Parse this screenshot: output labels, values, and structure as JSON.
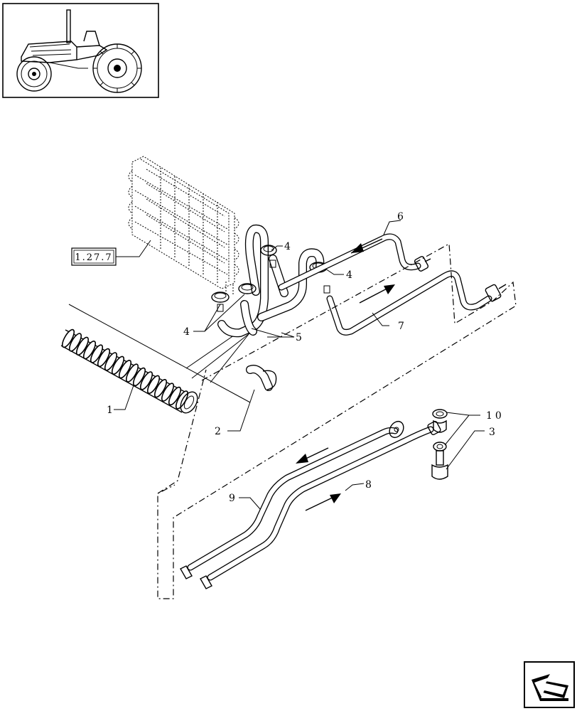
{
  "reference_label": "1.27.7",
  "callouts": {
    "c1": "1",
    "c2": "2",
    "c3": "3",
    "c4a": "4",
    "c4b": "4",
    "c4c": "4",
    "c5": "5",
    "c6": "6",
    "c7": "7",
    "c8": "8",
    "c9": "9",
    "c10": "10"
  },
  "icons": {
    "thumbnail": "tractor-thumbnail-icon",
    "nav": "next-page-arrow-icon"
  }
}
